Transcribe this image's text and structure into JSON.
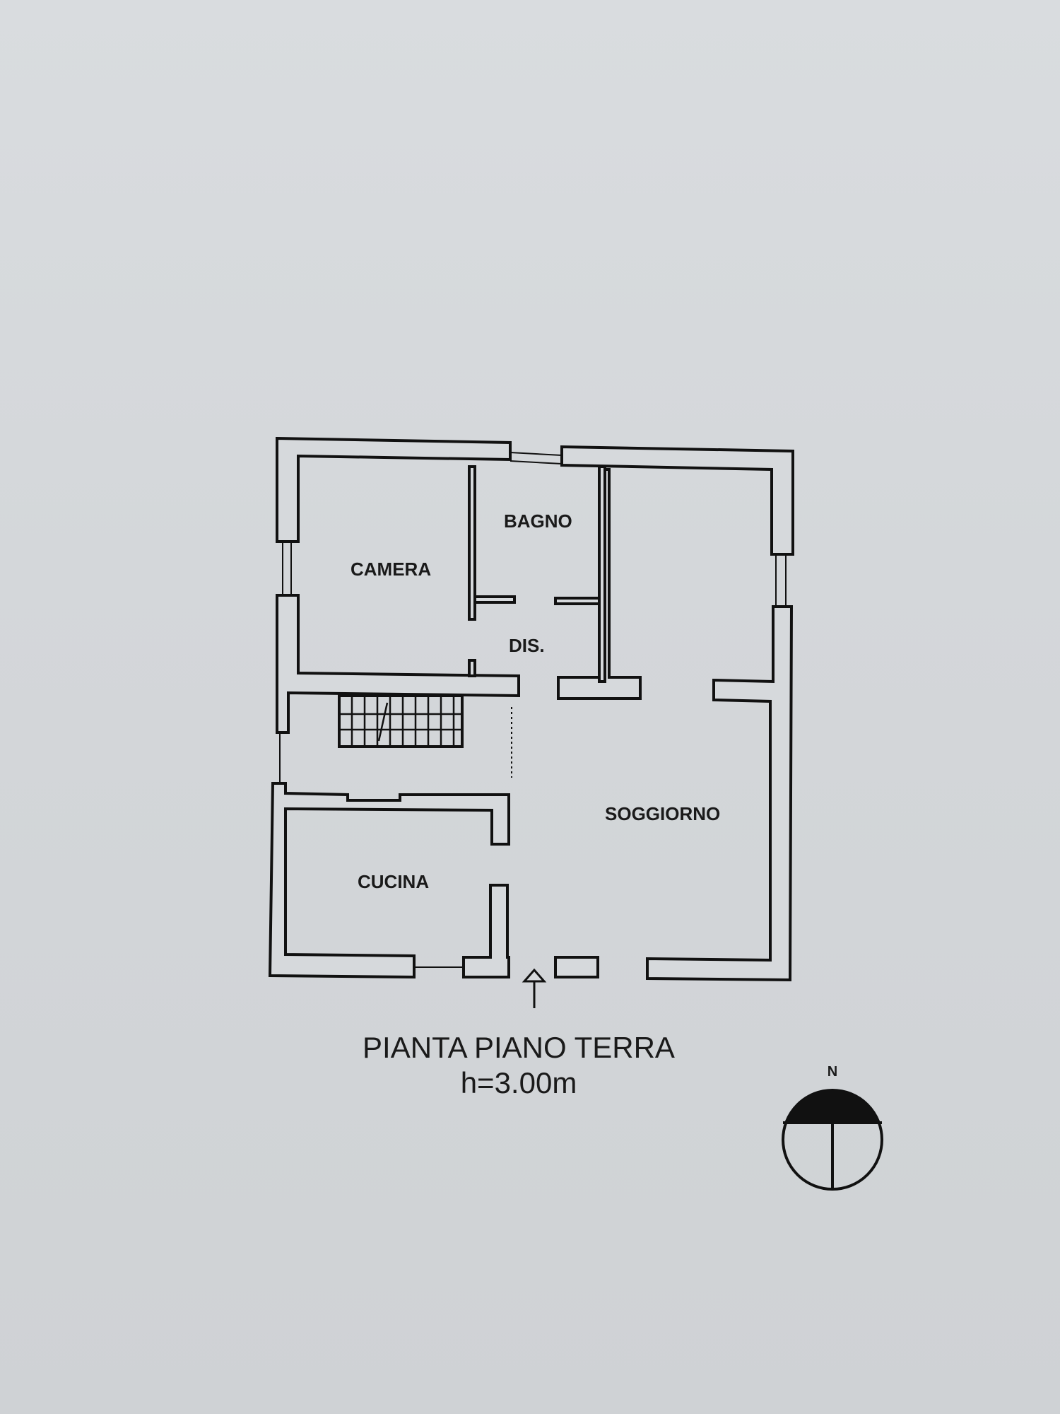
{
  "plan": {
    "rooms": {
      "camera": "CAMERA",
      "bagno": "BAGNO",
      "dis": "DIS.",
      "soggiorno": "SOGGIORNO",
      "cucina": "CUCINA"
    },
    "title": "PIANTA PIANO TERRA",
    "height": "h=3.00m"
  },
  "compass": {
    "label": "N"
  }
}
